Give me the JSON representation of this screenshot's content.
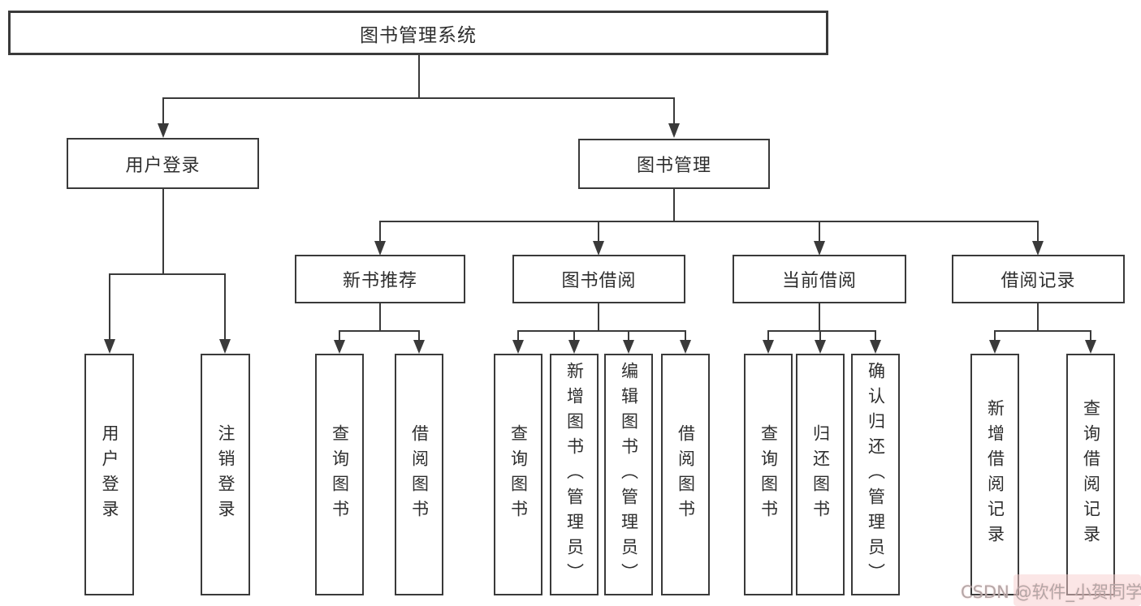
{
  "diagram_title": "图书管理系统",
  "colors": {
    "background": "#ffffff",
    "line": "#3a3a3a",
    "box_border": "#3a3a3a",
    "text": "#2e2e2e",
    "watermark_text": "#b3a6a6",
    "watermark_wash": "#f7cece"
  },
  "tree": {
    "label": "图书管理系统",
    "children": [
      {
        "label": "用户登录",
        "children": [
          {
            "label": "用户登录"
          },
          {
            "label": "注销登录"
          }
        ]
      },
      {
        "label": "图书管理",
        "children": [
          {
            "label": "新书推荐",
            "children": [
              {
                "label": "查询图书"
              },
              {
                "label": "借阅图书"
              }
            ]
          },
          {
            "label": "图书借阅",
            "children": [
              {
                "label": "查询图书"
              },
              {
                "label": "新增图书（管理员）"
              },
              {
                "label": "编辑图书（管理员）"
              },
              {
                "label": "借阅图书"
              }
            ]
          },
          {
            "label": "当前借阅",
            "children": [
              {
                "label": "查询图书"
              },
              {
                "label": "归还图书"
              },
              {
                "label": "确认归还（管理员）"
              }
            ]
          },
          {
            "label": "借阅记录",
            "children": [
              {
                "label": "新增借阅记录"
              },
              {
                "label": "查询借阅记录"
              }
            ]
          }
        ]
      }
    ]
  },
  "watermark": {
    "text": "CSDN @软件_小贺同学"
  }
}
